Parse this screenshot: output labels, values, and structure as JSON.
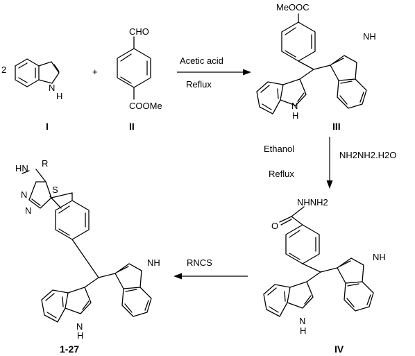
{
  "compounds": {
    "I": "I",
    "II": "II",
    "III": "III",
    "IV": "IV",
    "product": "1-27"
  },
  "stoich": "2",
  "plus": "+",
  "atoms": {
    "nh": "NH",
    "h": "H",
    "n": "N",
    "cho": "CHO",
    "coome": "COOMe",
    "meooc": "MeOOC",
    "nhnh2": "NHNH2",
    "o": "O",
    "s": "S",
    "hn": "HN",
    "r": "R"
  },
  "step1": {
    "reagent": "Acetic acid",
    "condition": "Reflux"
  },
  "step2": {
    "solvent": "Ethanol",
    "condition": "Reflux",
    "reagent": "NH2NH2.H2O"
  },
  "step3": {
    "reagent": "RNCS"
  }
}
